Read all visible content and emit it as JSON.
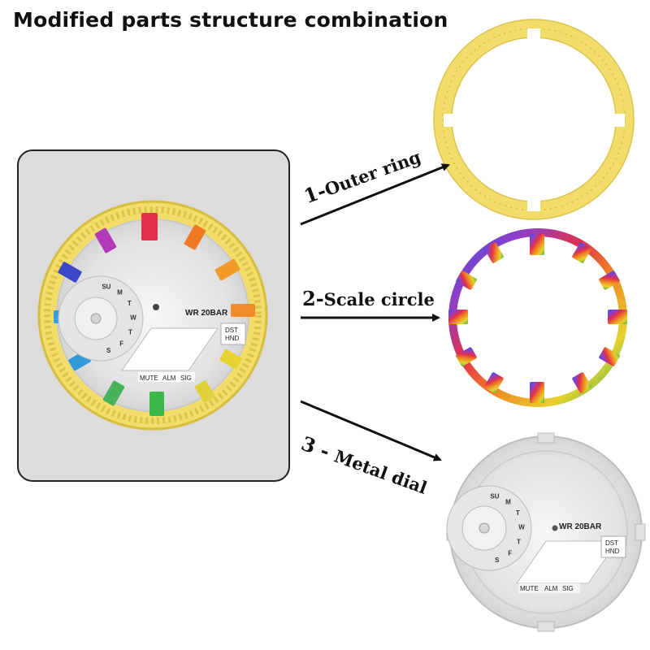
{
  "title": "Modified parts structure combination",
  "labels": {
    "outer_ring": {
      "num": "1-",
      "text": "Outer ring"
    },
    "scale_circle": {
      "num": "2-",
      "text": "Scale circle"
    },
    "metal_dial": {
      "num": "3 - ",
      "text": "Metal dial"
    }
  },
  "dial_text": {
    "wr": "WR 20BAR",
    "dst": "DST",
    "hnd": "HND",
    "mute": "MUTE",
    "alm": "ALM",
    "sig": "SIG",
    "day_letters": [
      "SU",
      "M",
      "T",
      "W",
      "T",
      "F",
      "S"
    ]
  },
  "colors": {
    "ring_yellow": "#f3dd6a",
    "ring_yellow_dark": "#d8bf3f",
    "arrow": "#111111",
    "panel_bg": "#dcdcdc",
    "dial_silver": "#e9e9e9"
  }
}
